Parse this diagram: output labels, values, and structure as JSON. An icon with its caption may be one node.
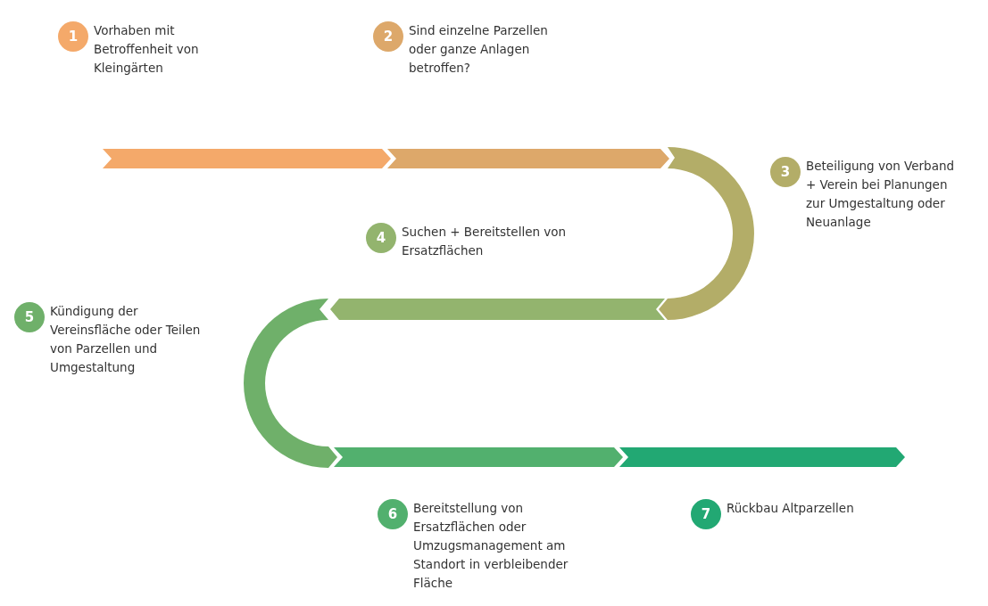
{
  "diagram": {
    "nodes": [
      {
        "text": [
          "1",
          "Vorhaben mit Betroffenheit von Kleingärten"
        ]
      },
      {
        "text": [
          "2",
          "Sind einzelne Parzellen oder ganze Anlagen betroffen?"
        ]
      },
      {
        "text": [
          "3",
          "Beteiligung von Verband + Verein bei Planungen zur Umgestaltung oder Neuanlage"
        ]
      },
      {
        "text": [
          "4",
          "Suchen + Bereitstellen von Ersatzflächen"
        ]
      },
      {
        "text": [
          "5",
          "Kündigung der Vereinsfläche oder Teilen von Parzellen und Umgestaltung"
        ]
      },
      {
        "text": [
          "6",
          "Bereitstellung von Ersatzflächen oder Umzugsmanagement am Standort in verbleibender Fläche"
        ]
      },
      {
        "text": [
          "7",
          "Rückbau Altparzellen"
        ]
      }
    ]
  }
}
